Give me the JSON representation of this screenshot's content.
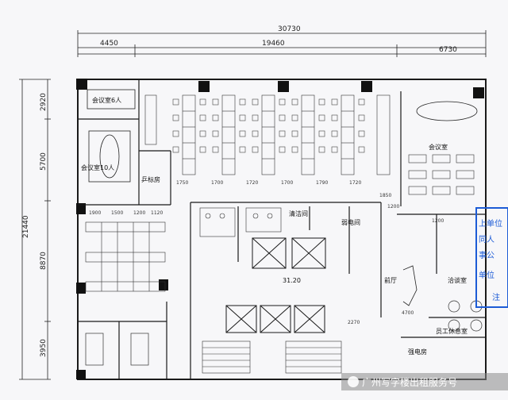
{
  "dimensions": {
    "top_total": "30730",
    "top_left": "4450",
    "top_mid": "19460",
    "top_right": "6730",
    "left_total": "21440",
    "left_1": "2920",
    "left_2": "5700",
    "left_3": "8870",
    "left_4": "3950"
  },
  "rooms": {
    "meeting6": "会议室6人",
    "meeting10": "会议室10人",
    "pingpong": "乒标房",
    "meeting_big": "会议室",
    "janitor": "清洁间",
    "weak_elec": "弱电间",
    "lobby": "前厅",
    "negotiation": "洽谈室",
    "staff_rest": "员工休息室",
    "elec_room": "强电房"
  },
  "level_mark": "31.20",
  "stamp_lines": [
    "上单位",
    "同人",
    "事公",
    "单位",
    "注"
  ],
  "watermark": "广州写字楼出租服务号",
  "small_dims": [
    "1750",
    "1700",
    "1720",
    "1700",
    "1790",
    "1720",
    "1900",
    "1500",
    "1200",
    "1120",
    "1850",
    "1200",
    "4700",
    "2270",
    "1200"
  ],
  "colors": {
    "line": "#1a1a1a",
    "stamp": "#1c5bd6",
    "bg": "#f7f7f9"
  }
}
